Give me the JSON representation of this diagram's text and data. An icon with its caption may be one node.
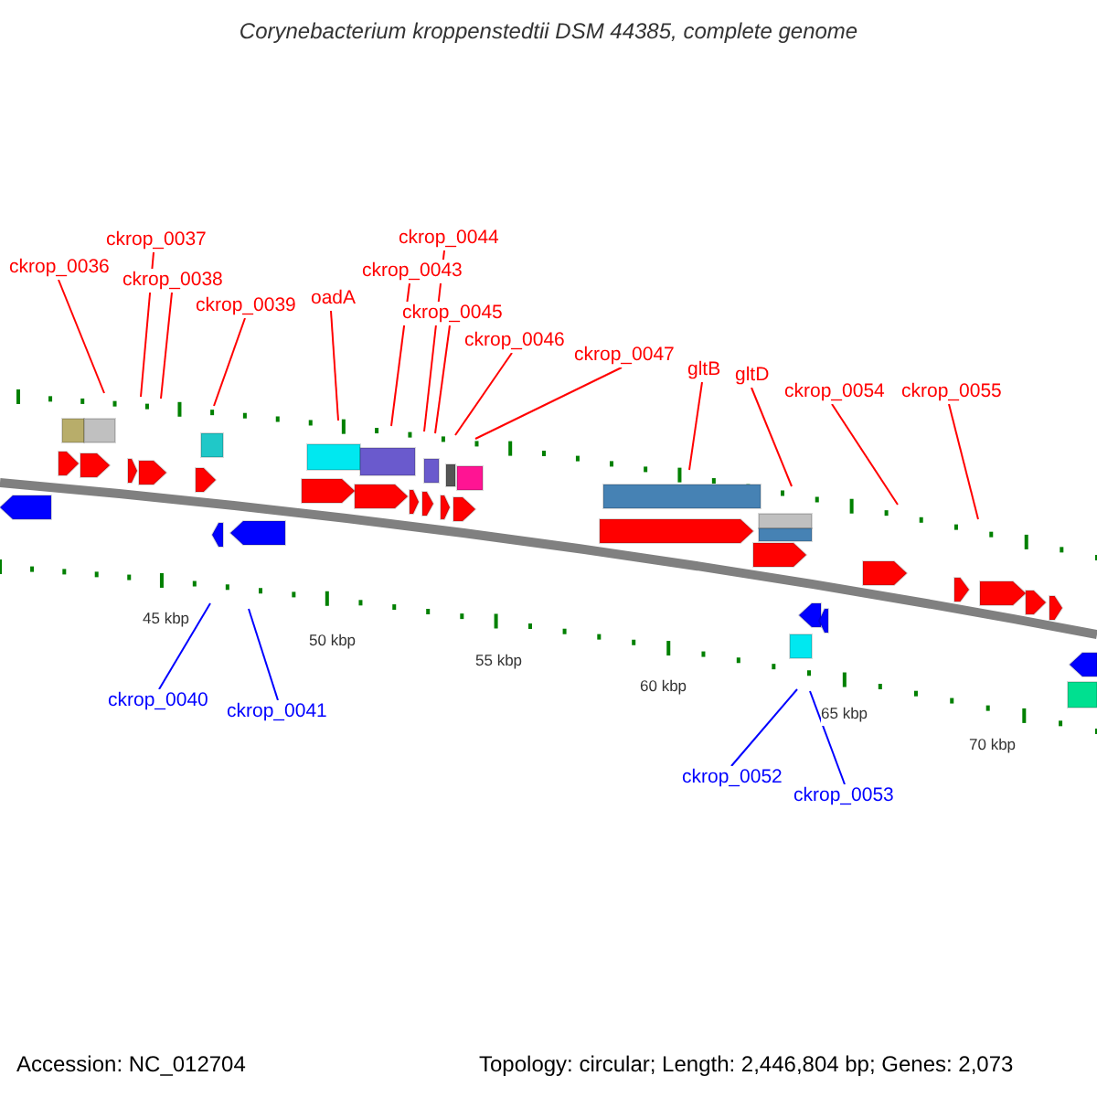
{
  "diagram": {
    "title": "Corynebacterium kroppenstedtii DSM 44385, complete genome",
    "nodes": [
      {
        "text": [
          "ckrop_0036"
        ]
      },
      {
        "text": [
          "ckrop_0037"
        ]
      },
      {
        "text": [
          "ckrop_0038"
        ]
      },
      {
        "text": [
          "ckrop_0039"
        ]
      },
      {
        "text": [
          "oadA"
        ]
      },
      {
        "text": [
          "ckrop_0043"
        ]
      },
      {
        "text": [
          "ckrop_0044"
        ]
      },
      {
        "text": [
          "ckrop_0045"
        ]
      },
      {
        "text": [
          "ckrop_0046"
        ]
      },
      {
        "text": [
          "ckrop_0047"
        ]
      },
      {
        "text": [
          "gltB"
        ]
      },
      {
        "text": [
          "gltD"
        ]
      },
      {
        "text": [
          "ckrop_0054"
        ]
      },
      {
        "text": [
          "ckrop_0055"
        ]
      },
      {
        "text": [
          "ckrop_0040"
        ]
      },
      {
        "text": [
          "ckrop_0041"
        ]
      },
      {
        "text": [
          "ckrop_0052"
        ]
      },
      {
        "text": [
          "ckrop_0053"
        ]
      }
    ],
    "edges": [
      {
        "from": 0,
        "to": null,
        "arrow": "none"
      },
      {
        "from": 1,
        "to": null,
        "arrow": "none"
      },
      {
        "from": 2,
        "to": null,
        "arrow": "none"
      },
      {
        "from": 3,
        "to": null,
        "arrow": "none"
      },
      {
        "from": 4,
        "to": null,
        "arrow": "none"
      },
      {
        "from": 5,
        "to": null,
        "arrow": "none"
      },
      {
        "from": 6,
        "to": null,
        "arrow": "none"
      },
      {
        "from": 7,
        "to": null,
        "arrow": "none"
      },
      {
        "from": 8,
        "to": null,
        "arrow": "none"
      },
      {
        "from": 9,
        "to": null,
        "arrow": "none"
      },
      {
        "from": 10,
        "to": null,
        "arrow": "none"
      },
      {
        "from": 11,
        "to": null,
        "arrow": "none"
      },
      {
        "from": 12,
        "to": null,
        "arrow": "none"
      },
      {
        "from": 13,
        "to": null,
        "arrow": "none"
      },
      {
        "from": 14,
        "to": null,
        "arrow": "none",
        "color": "#0000ff"
      },
      {
        "from": 15,
        "to": null,
        "arrow": "none",
        "color": "#0000ff"
      },
      {
        "from": 16,
        "to": null,
        "arrow": "none",
        "color": "#0000ff"
      },
      {
        "from": 17,
        "to": null,
        "arrow": "none",
        "color": "#0000ff"
      }
    ],
    "labels": [
      "45 kbp",
      "50 kbp",
      "55 kbp",
      "60 kbp",
      "65 kbp",
      "70 kbp",
      "Accession: NC_012704",
      "Topology: circular; Length: 2,446,804 bp; Genes: 2,073"
    ]
  }
}
